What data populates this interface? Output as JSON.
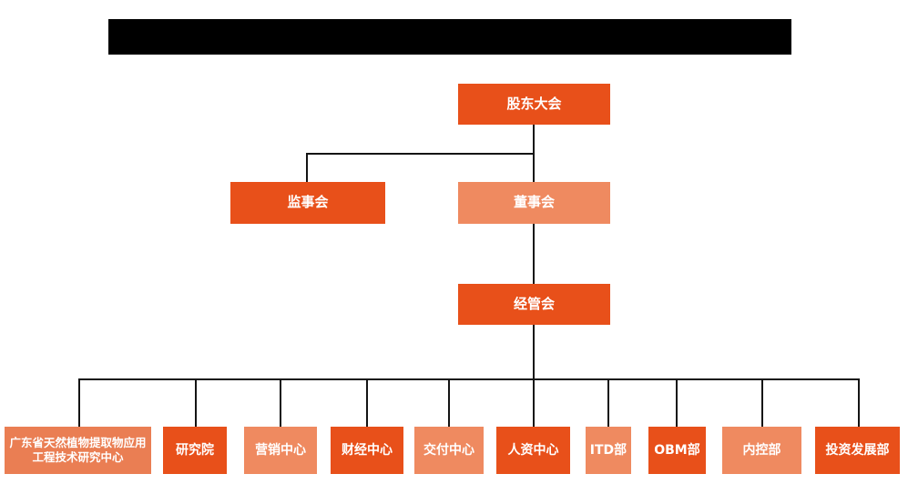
{
  "title_bar": {
    "description": "solid black redacted title bar, no visible text",
    "color": "#000000"
  },
  "colors": {
    "primary_orange": "#E8501A",
    "light_salmon": "#EF8A60",
    "salmon_deep": "#EA7E53",
    "connector": "#141414",
    "text": "#FFFFFF",
    "background": "#FFFFFF"
  },
  "chart_data": {
    "type": "org-chart",
    "hierarchy": {
      "level1": [
        "股东大会"
      ],
      "level2": [
        "监事会",
        "董事会"
      ],
      "level3": [
        "经管会"
      ],
      "level4": [
        "广东省天然植物提取物应用工程技术研究中心",
        "研究院",
        "营销中心",
        "财经中心",
        "交付中心",
        "人资中心",
        "ITD部",
        "OBM部",
        "内控部",
        "投资发展部"
      ]
    },
    "edges": [
      [
        "股东大会",
        "监事会"
      ],
      [
        "股东大会",
        "董事会"
      ],
      [
        "董事会",
        "经管会"
      ],
      [
        "经管会",
        "广东省天然植物提取物应用工程技术研究中心"
      ],
      [
        "经管会",
        "研究院"
      ],
      [
        "经管会",
        "营销中心"
      ],
      [
        "经管会",
        "财经中心"
      ],
      [
        "经管会",
        "交付中心"
      ],
      [
        "经管会",
        "人资中心"
      ],
      [
        "经管会",
        "ITD部"
      ],
      [
        "经管会",
        "OBM部"
      ],
      [
        "经管会",
        "内控部"
      ],
      [
        "经管会",
        "投资发展部"
      ]
    ]
  },
  "nodes": {
    "shareholders_meeting": {
      "label": "股东大会",
      "color": "#E8501A"
    },
    "supervisory_board": {
      "label": "监事会",
      "color": "#E8501A"
    },
    "board_of_directors": {
      "label": "董事会",
      "color": "#EF8A60"
    },
    "management_committee": {
      "label": "经管会",
      "color": "#E8501A"
    },
    "gd_research_center": {
      "label": "广东省天然植物提取物应用工程技术研究中心",
      "color": "#EA7E53"
    },
    "research_institute": {
      "label": "研究院",
      "color": "#E8501A"
    },
    "marketing_center": {
      "label": "营销中心",
      "color": "#EF8A60"
    },
    "finance_center": {
      "label": "财经中心",
      "color": "#E8501A"
    },
    "delivery_center": {
      "label": "交付中心",
      "color": "#EF8A60"
    },
    "hr_center": {
      "label": "人资中心",
      "color": "#E8501A"
    },
    "itd_dept": {
      "label": "ITD部",
      "color": "#EF8A60"
    },
    "obm_dept": {
      "label": "OBM部",
      "color": "#E8501A"
    },
    "internal_control_dept": {
      "label": "内控部",
      "color": "#EF8A60"
    },
    "investment_dev_dept": {
      "label": "投资发展部",
      "color": "#E8501A"
    }
  }
}
